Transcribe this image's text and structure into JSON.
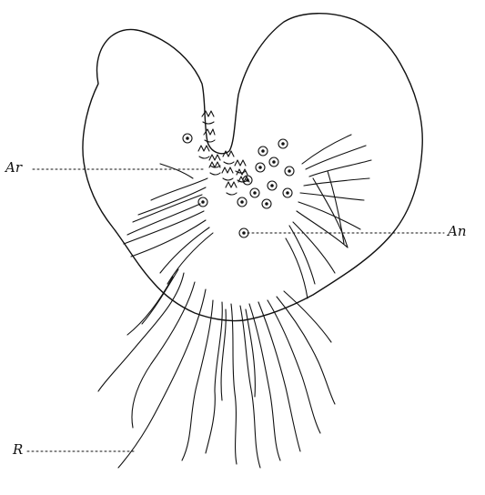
{
  "labels": {
    "archegonia": "Ar",
    "antheridia": "An",
    "rhizoids": "R"
  },
  "colors": {
    "ink": "#111111",
    "paper": "#ffffff"
  }
}
